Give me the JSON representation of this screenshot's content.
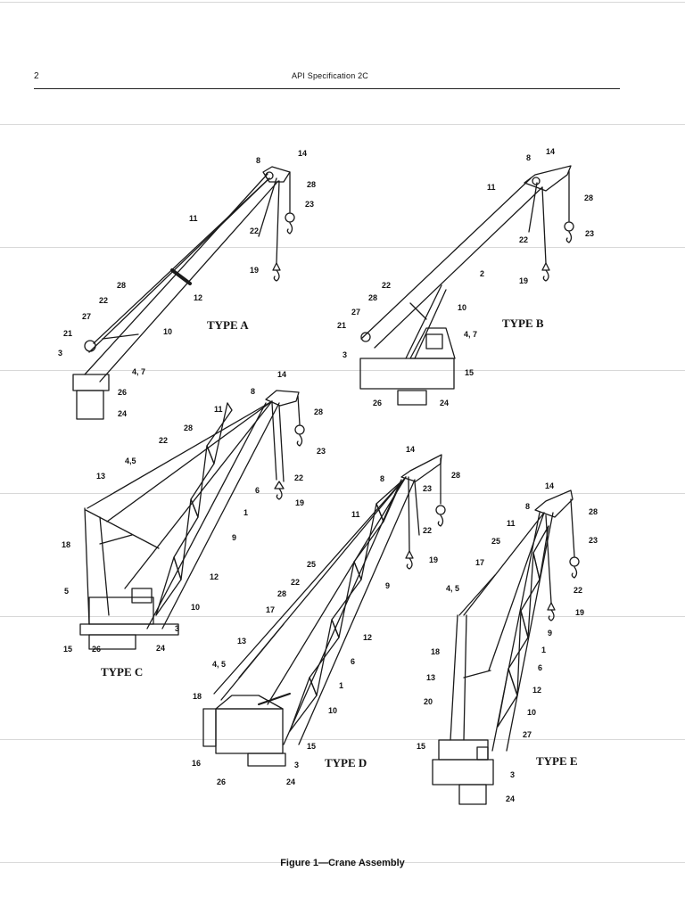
{
  "header": {
    "page_number": "2",
    "title": "API Specification 2C"
  },
  "figure": {
    "caption": "Figure 1—Crane Assembly",
    "cranes": [
      {
        "type_label": "TYPE A",
        "callouts": [
          "8",
          "14",
          "28",
          "23",
          "11",
          "22",
          "19",
          "28",
          "22",
          "12",
          "27",
          "21",
          "10",
          "3",
          "4, 7",
          "26",
          "24"
        ]
      },
      {
        "type_label": "TYPE B",
        "callouts": [
          "8",
          "14",
          "11",
          "28",
          "22",
          "23",
          "2",
          "22",
          "28",
          "19",
          "10",
          "27",
          "21",
          "3",
          "4, 7",
          "15",
          "26",
          "24"
        ]
      },
      {
        "type_label": "TYPE C",
        "callouts": [
          "8",
          "14",
          "11",
          "28",
          "28",
          "23",
          "22",
          "4,5",
          "13",
          "6",
          "22",
          "1",
          "19",
          "9",
          "18",
          "12",
          "5",
          "10",
          "15",
          "26",
          "24",
          "3"
        ]
      },
      {
        "type_label": "TYPE D",
        "callouts": [
          "14",
          "8",
          "28",
          "23",
          "11",
          "22",
          "19",
          "25",
          "22",
          "9",
          "28",
          "17",
          "12",
          "13",
          "4, 5",
          "6",
          "1",
          "18",
          "10",
          "15",
          "16",
          "3",
          "26",
          "24"
        ]
      },
      {
        "type_label": "TYPE E",
        "callouts": [
          "14",
          "8",
          "28",
          "11",
          "23",
          "25",
          "17",
          "22",
          "4, 5",
          "19",
          "9",
          "18",
          "1",
          "13",
          "6",
          "12",
          "20",
          "10",
          "27",
          "15",
          "3",
          "24"
        ]
      }
    ]
  }
}
